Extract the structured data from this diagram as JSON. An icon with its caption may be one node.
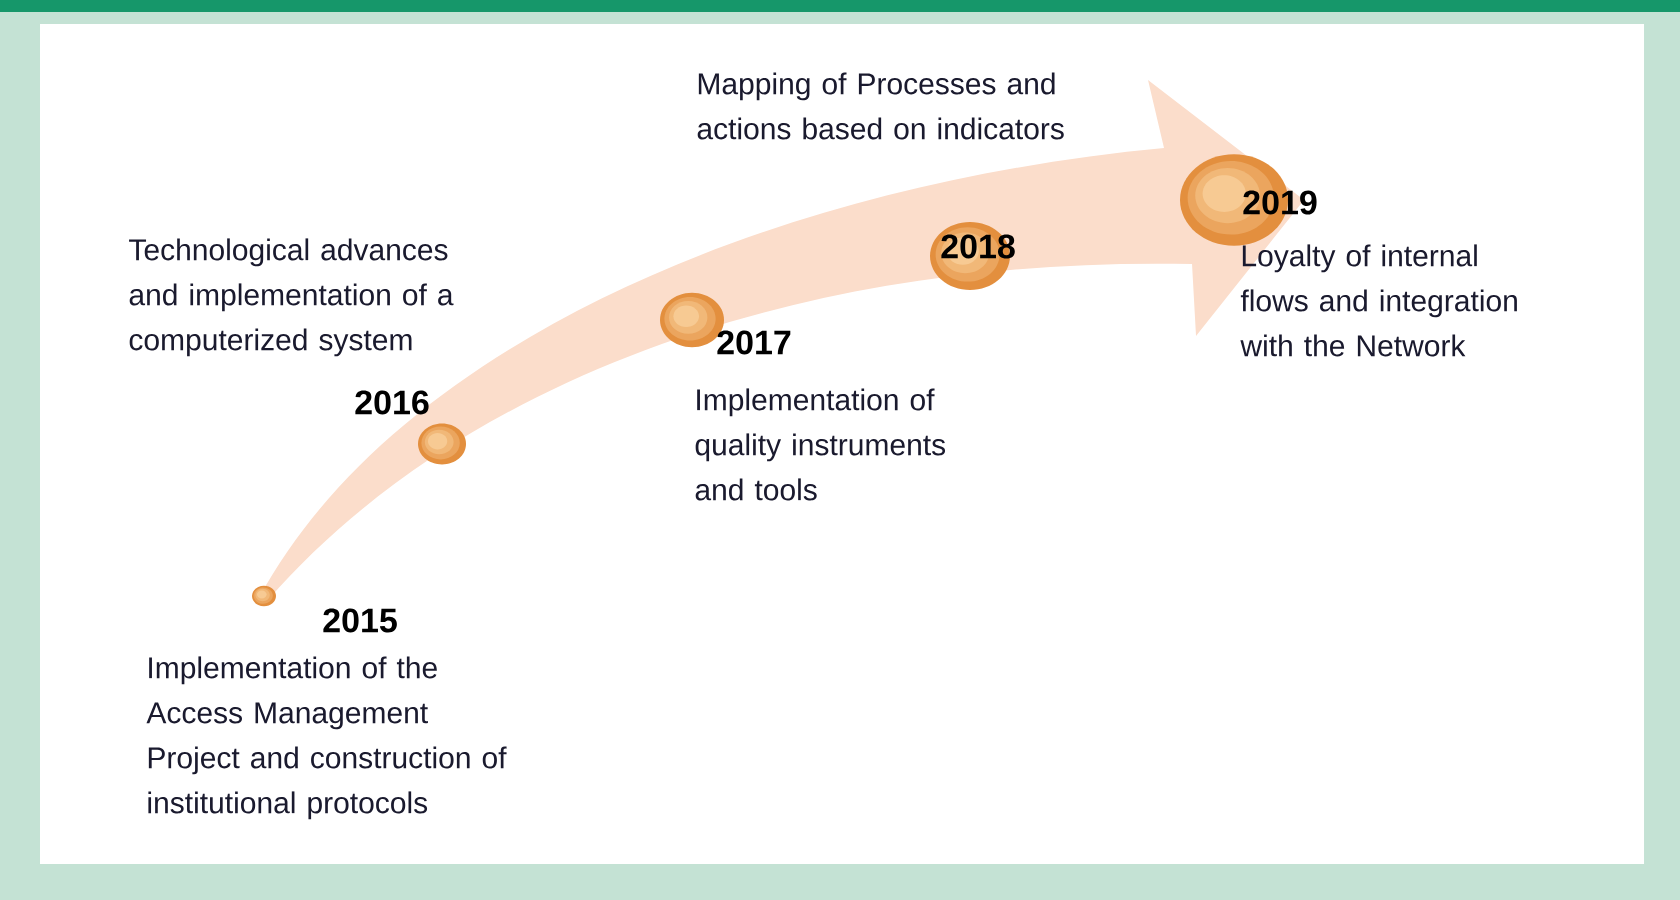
{
  "diagram": {
    "labels": [
      "Mapping of Processes and actions based on indicators",
      "Technological advances and implementation of a computerized system",
      "2016",
      "2018",
      "2019",
      "Loyalty of internal flows and integration with the Network",
      "2017",
      "Implementation of quality instruments and tools",
      "2015",
      "Implementation of the Access Management Project and construction of institutional protocols"
    ]
  }
}
